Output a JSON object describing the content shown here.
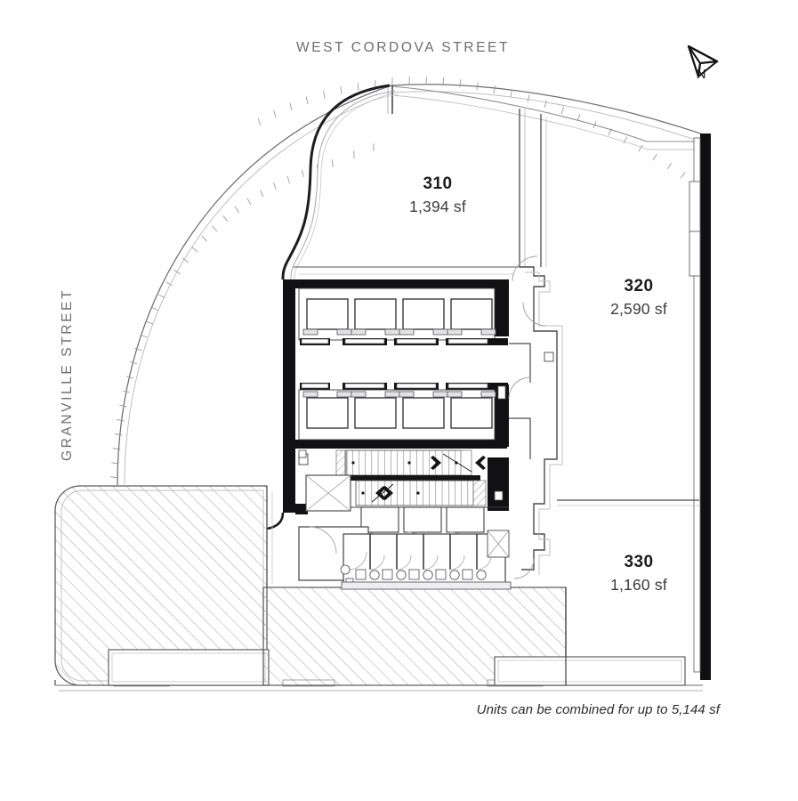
{
  "plan": {
    "type": "floor-plan",
    "background_color": "#ffffff",
    "streets": [
      {
        "id": "north",
        "label": "WEST CORDOVA STREET",
        "orientation": "horizontal",
        "position": "top"
      },
      {
        "id": "west",
        "label": "GRANVILLE STREET",
        "orientation": "vertical",
        "position": "left"
      }
    ],
    "north_arrow": {
      "label": "N",
      "icon": "north-arrow-icon",
      "direction": "up-right"
    },
    "units": [
      {
        "id": "310",
        "number": "310",
        "area": "1,394 sf",
        "area_value": 1394,
        "position": "north-west"
      },
      {
        "id": "320",
        "number": "320",
        "area": "2,590 sf",
        "area_value": 2590,
        "position": "east"
      },
      {
        "id": "330",
        "number": "330",
        "area": "1,160 sf",
        "area_value": 1160,
        "position": "south-east"
      }
    ],
    "footnote": "Units can be combined for up to 5,144 sf",
    "combined_area_value": 5144,
    "colors": {
      "wall_heavy": "#111111",
      "wall_light": "#4a4a4d",
      "hatch": "#9a9a9e",
      "property_line": "#88888c",
      "text_dark": "#1b1b1d",
      "text_muted": "#6e6e72"
    },
    "core": {
      "elevator_banks": 2,
      "elevators_per_bank": 4,
      "stair_runs": 2,
      "washroom_stalls": 6
    }
  }
}
